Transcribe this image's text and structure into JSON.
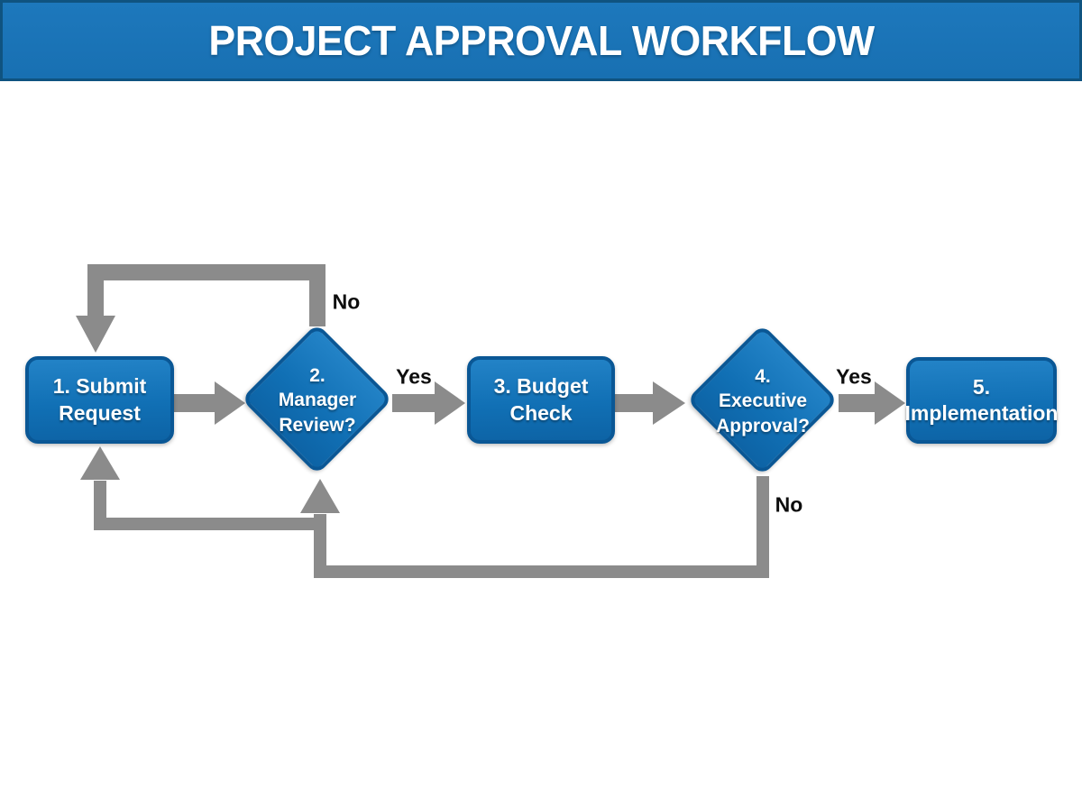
{
  "header": {
    "title": "PROJECT APPROVAL WORKFLOW"
  },
  "diagram": {
    "type": "flowchart",
    "nodes": [
      {
        "id": "submit-request",
        "step": 1,
        "shape": "process",
        "lines": [
          "1. Submit",
          "Request"
        ]
      },
      {
        "id": "manager-review",
        "step": 2,
        "shape": "decision",
        "lines": [
          "2.",
          "Manager",
          "Review?"
        ]
      },
      {
        "id": "budget-check",
        "step": 3,
        "shape": "process",
        "lines": [
          "3. Budget",
          "Check"
        ]
      },
      {
        "id": "executive-approval",
        "step": 4,
        "shape": "decision",
        "lines": [
          "4.",
          "Executive",
          "Approval?"
        ]
      },
      {
        "id": "implementation",
        "step": 5,
        "shape": "process",
        "lines": [
          "5.",
          "Implementation"
        ]
      }
    ],
    "edges": [
      {
        "from": "submit-request",
        "to": "manager-review",
        "label": ""
      },
      {
        "from": "manager-review",
        "to": "budget-check",
        "label": "Yes"
      },
      {
        "from": "manager-review",
        "to": "submit-request",
        "label": "No",
        "route": "up-and-back-left"
      },
      {
        "from": "budget-check",
        "to": "executive-approval",
        "label": ""
      },
      {
        "from": "executive-approval",
        "to": "implementation",
        "label": "Yes"
      },
      {
        "from": "executive-approval",
        "to": "manager-review",
        "label": "No",
        "route": "down-and-back-left, with branch arrow into submit-request bottom"
      }
    ],
    "edge_labels": {
      "manager_no": "No",
      "manager_yes": "Yes",
      "executive_yes": "Yes",
      "executive_no": "No"
    }
  },
  "colors": {
    "header_bg": "#1a73b6",
    "header_border": "#0f5380",
    "node_fill_top": "#2383c7",
    "node_fill_bottom": "#0d63a5",
    "node_border": "#0a5795",
    "node_text": "#ffffff",
    "arrow_gray": "#8b8b8b",
    "edge_label_text": "#0d0d0d",
    "page_bg": "#ffffff"
  }
}
